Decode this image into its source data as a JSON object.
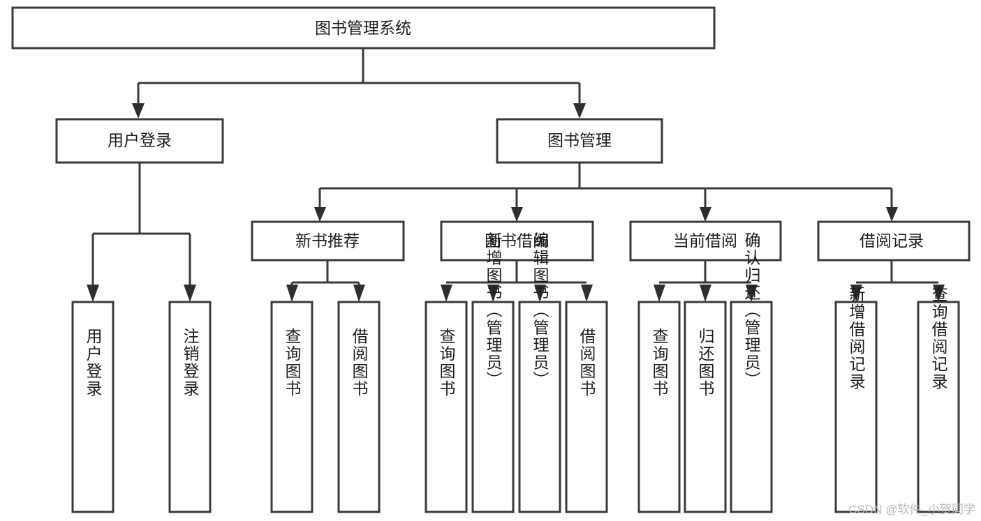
{
  "diagram": {
    "type": "tree-hierarchy",
    "title": "图书管理系统",
    "watermark": "CSDN @软件_小贺同学",
    "colors": {
      "box_stroke": "#3a3a3a",
      "box_fill": "#ffffff",
      "connector": "#3a3a3a",
      "text": "#1c1c1c",
      "watermark": "#b9b9b9",
      "background": "#ffffff"
    },
    "root": {
      "label": "图书管理系统"
    },
    "level2": [
      {
        "label": "用户登录"
      },
      {
        "label": "图书管理"
      }
    ],
    "level3": [
      {
        "label": "新书推荐"
      },
      {
        "label": "图书借阅"
      },
      {
        "label": "当前借阅"
      },
      {
        "label": "借阅记录"
      }
    ],
    "leaves": {
      "user_login": [
        {
          "label": "用户登录"
        },
        {
          "label": "注销登录"
        }
      ],
      "new_book_recommend": [
        {
          "label": "查询图书"
        },
        {
          "label": "借阅图书"
        }
      ],
      "book_borrow": [
        {
          "label": "查询图书"
        },
        {
          "label": "新增图书（管理员）"
        },
        {
          "label": "编辑图书（管理员）"
        },
        {
          "label": "借阅图书"
        }
      ],
      "current_borrow": [
        {
          "label": "查询图书"
        },
        {
          "label": "归还图书"
        },
        {
          "label": "确认归还（管理员）"
        }
      ],
      "borrow_record": [
        {
          "label": "新增借阅记录"
        },
        {
          "label": "查询借阅记录"
        }
      ]
    }
  }
}
